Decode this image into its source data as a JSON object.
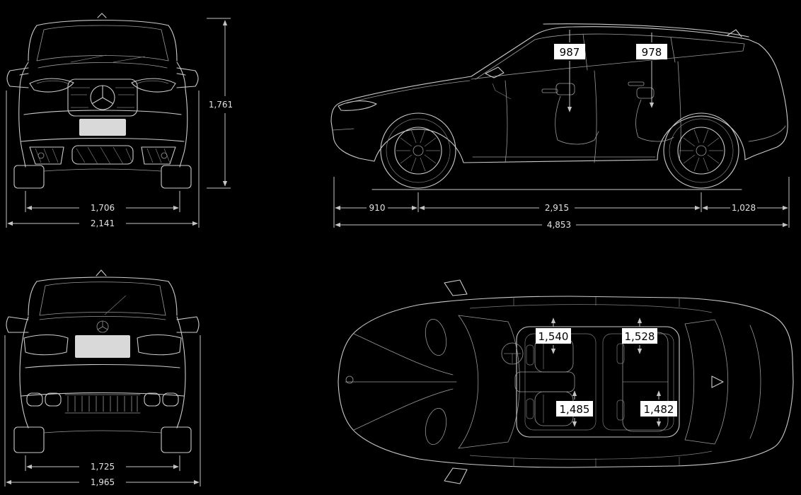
{
  "title": "SUV dimensions blueprint (four views)",
  "colors": {
    "background": "#000000",
    "line": "#cbcbcb",
    "dim_line": "#c4c4c4",
    "dim_text": "#e2e2e2",
    "label_box_bg": "#ffffff",
    "label_box_text": "#000000"
  },
  "icons": {
    "brand": "mercedes-three-pointed-star"
  },
  "views": {
    "front": {
      "name": "front-view",
      "dims": {
        "overall_height": "1,761",
        "track_width": "1,706",
        "overall_width": "2,141"
      }
    },
    "side": {
      "name": "side-view",
      "dims": {
        "headroom_front": "987",
        "headroom_rear": "978",
        "front_overhang": "910",
        "wheelbase": "2,915",
        "rear_overhang": "1,028",
        "overall_length": "4,853"
      }
    },
    "rear": {
      "name": "rear-view",
      "dims": {
        "inner_width": "1,725",
        "body_width": "1,965"
      }
    },
    "top": {
      "name": "top-view",
      "dims": {
        "front_upper": "1,540",
        "rear_upper": "1,528",
        "front_lower": "1,485",
        "rear_lower": "1,482"
      }
    }
  }
}
